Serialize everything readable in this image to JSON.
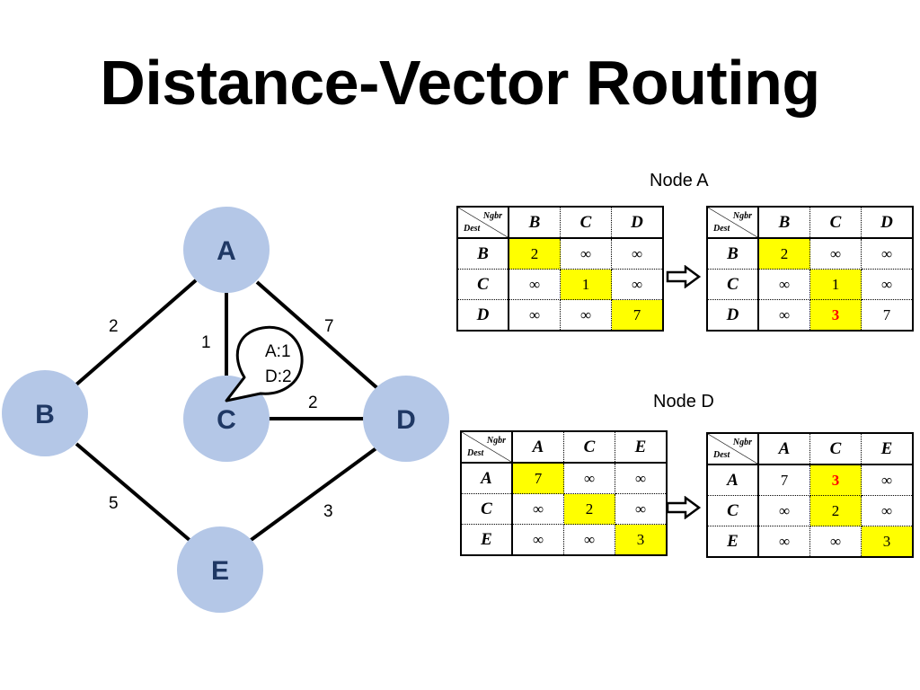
{
  "title": "Distance-Vector Routing",
  "graph": {
    "nodes": [
      {
        "id": "A",
        "label": "A"
      },
      {
        "id": "B",
        "label": "B"
      },
      {
        "id": "C",
        "label": "C"
      },
      {
        "id": "D",
        "label": "D"
      },
      {
        "id": "E",
        "label": "E"
      }
    ],
    "edges": [
      {
        "from": "A",
        "to": "B",
        "weight": "2"
      },
      {
        "from": "A",
        "to": "C",
        "weight": "1"
      },
      {
        "from": "A",
        "to": "D",
        "weight": "7"
      },
      {
        "from": "C",
        "to": "D",
        "weight": "2"
      },
      {
        "from": "B",
        "to": "E",
        "weight": "5"
      },
      {
        "from": "D",
        "to": "E",
        "weight": "3"
      }
    ],
    "bubble": {
      "line1": "A:1",
      "line2": "D:2"
    },
    "colors": {
      "node_fill": "#b4c7e7",
      "node_text": "#1f3864",
      "edge": "#000000"
    }
  },
  "tables": {
    "corner_ngbr": "Ngbr",
    "corner_dest": "Dest",
    "highlight_color": "#ffff00",
    "changed_color": "#ff0000",
    "node_a": {
      "caption": "Node A",
      "before": {
        "cols": [
          "B",
          "C",
          "D"
        ],
        "rows": [
          {
            "dest": "B",
            "cells": [
              "2",
              "∞",
              "∞"
            ]
          },
          {
            "dest": "C",
            "cells": [
              "∞",
              "1",
              "∞"
            ]
          },
          {
            "dest": "D",
            "cells": [
              "∞",
              "∞",
              "7"
            ]
          }
        ]
      },
      "after": {
        "cols": [
          "B",
          "C",
          "D"
        ],
        "rows": [
          {
            "dest": "B",
            "cells": [
              "2",
              "∞",
              "∞"
            ]
          },
          {
            "dest": "C",
            "cells": [
              "∞",
              "1",
              "∞"
            ]
          },
          {
            "dest": "D",
            "cells": [
              "∞",
              "3",
              "7"
            ]
          }
        ]
      }
    },
    "node_d": {
      "caption": "Node D",
      "before": {
        "cols": [
          "A",
          "C",
          "E"
        ],
        "rows": [
          {
            "dest": "A",
            "cells": [
              "7",
              "∞",
              "∞"
            ]
          },
          {
            "dest": "C",
            "cells": [
              "∞",
              "2",
              "∞"
            ]
          },
          {
            "dest": "E",
            "cells": [
              "∞",
              "∞",
              "3"
            ]
          }
        ]
      },
      "after": {
        "cols": [
          "A",
          "C",
          "E"
        ],
        "rows": [
          {
            "dest": "A",
            "cells": [
              "7",
              "3",
              "∞"
            ]
          },
          {
            "dest": "C",
            "cells": [
              "∞",
              "2",
              "∞"
            ]
          },
          {
            "dest": "E",
            "cells": [
              "∞",
              "∞",
              "3"
            ]
          }
        ]
      }
    }
  }
}
